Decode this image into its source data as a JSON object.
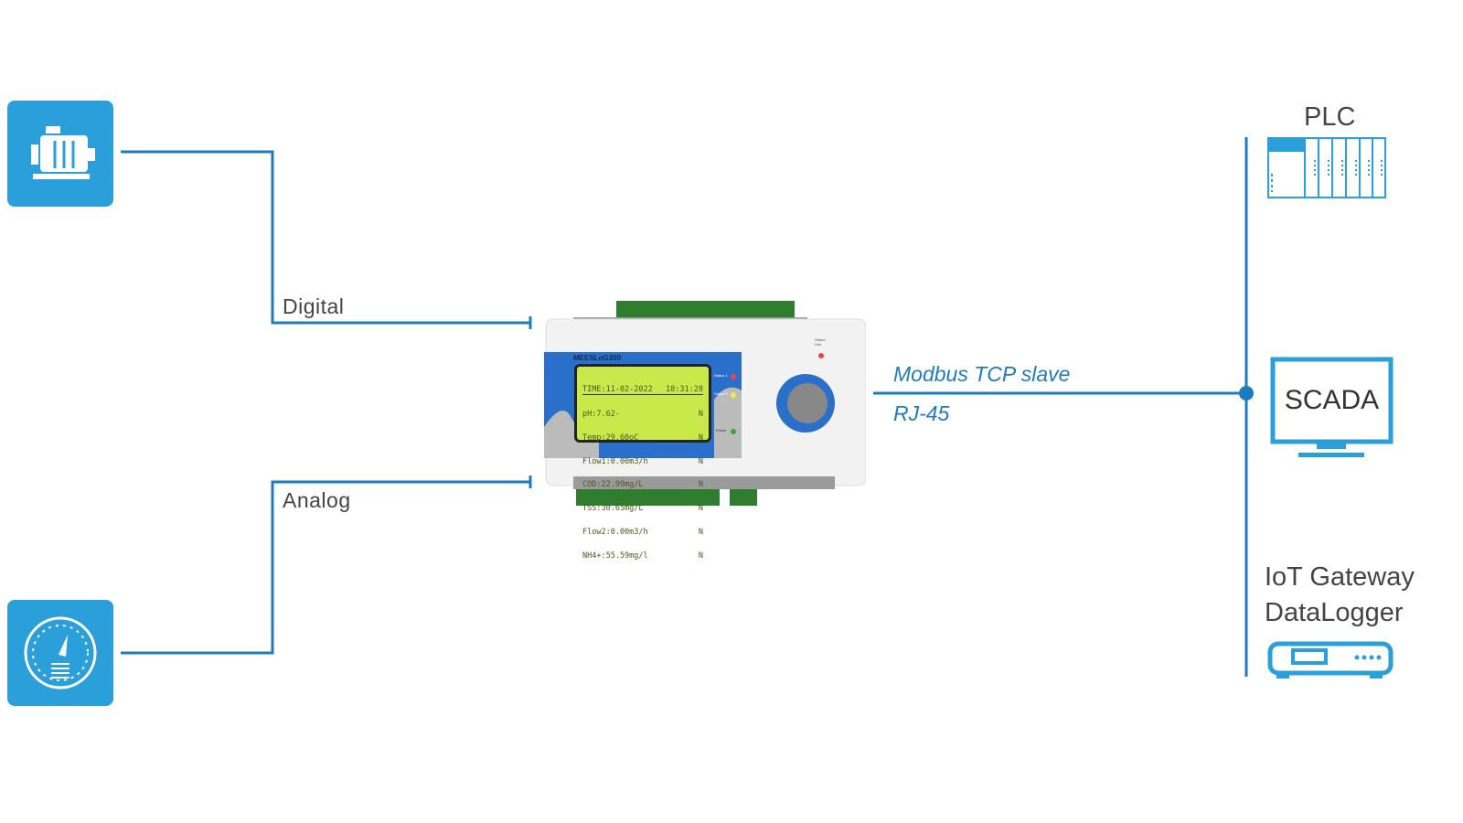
{
  "colors": {
    "accent": "#1f7bc0",
    "icon_bg": "#2b9fda"
  },
  "inputs": [
    {
      "icon": "motor-icon",
      "label": "Digital"
    },
    {
      "icon": "gauge-icon",
      "label": "Analog"
    }
  ],
  "device": {
    "model": "MEESLoG300",
    "lcd_header_left": "TIME:11-02-2022",
    "lcd_header_right": "18:31:28",
    "lcd_rows": [
      {
        "text": "pH:7.62-",
        "flag": "N"
      },
      {
        "text": "Temp:29.60oC",
        "flag": "N"
      },
      {
        "text": "Flow1:0.00m3/h",
        "flag": "N"
      },
      {
        "text": "COD:22.99mg/L",
        "flag": "N"
      },
      {
        "text": "TSS:30.65mg/L",
        "flag": "N"
      },
      {
        "text": "Flow2:0.00m3/h",
        "flag": "N"
      },
      {
        "text": "NH4+:55.59mg/l",
        "flag": "N"
      }
    ],
    "status1": "Status 1",
    "status2": "Status 2",
    "power": "Power",
    "status_usb": "Status Usb"
  },
  "link": {
    "protocol": "Modbus TCP slave",
    "port": "RJ-45"
  },
  "outputs": {
    "plc": "PLC",
    "scada": "SCADA",
    "gateway_line1": "IoT Gateway",
    "gateway_line2": "DataLogger"
  }
}
